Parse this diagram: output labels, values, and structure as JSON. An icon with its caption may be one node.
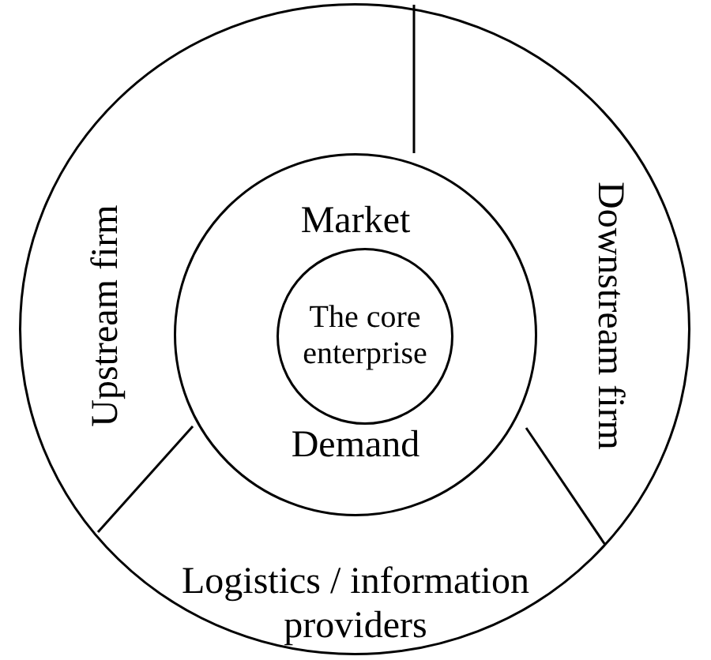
{
  "diagram": {
    "nodes": [
      {
        "text": [],
        "shape": "circle"
      },
      {
        "text": [
          "Upstream firm"
        ],
        "in": 0
      },
      {
        "text": [
          "Downstream firm"
        ],
        "in": 0
      },
      {
        "text": [
          "Logistics / information providers"
        ],
        "in": 0
      },
      {
        "text": [
          "Market",
          "Demand"
        ],
        "in": 0
      },
      {
        "text": [
          "The core enterprise"
        ],
        "in": 4
      }
    ]
  }
}
